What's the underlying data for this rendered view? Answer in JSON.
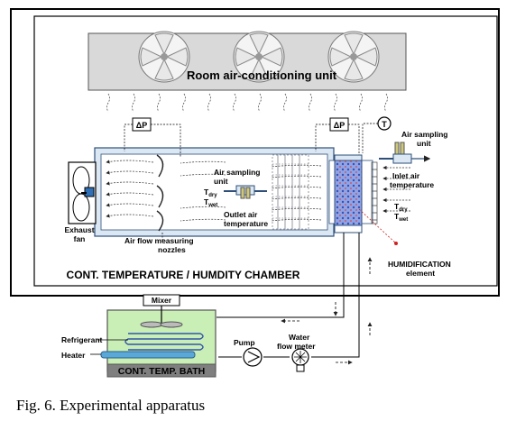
{
  "labels": {
    "room_ac_unit": "Room air-conditioning unit",
    "delta_p": "ΔP",
    "t_symbol": "T",
    "exhaust_fan_line1": "Exhaust",
    "exhaust_fan_line2": "fan",
    "air_flow_nozzles_line1": "Air flow measuring",
    "air_flow_nozzles_line2": "nozzles",
    "air_sampling_unit_line1": "Air sampling",
    "air_sampling_unit_line2": "unit",
    "t_dry": "T",
    "t_dry_sub": "dry",
    "t_wet": "T",
    "t_wet_sub": "wet",
    "outlet_air_line1": "Outlet air",
    "outlet_air_line2": "temperature",
    "inlet_air_line1": "Inlet air",
    "inlet_air_line2": "temperature",
    "chamber": "CONT. TEMPERATURE / HUMDITY CHAMBER",
    "humidification_line1": "HUMIDIFICATION",
    "humidification_line2": "element",
    "mixer": "Mixer",
    "refrigerant": "Refrigerant",
    "heater": "Heater",
    "bath": "CONT. TEMP. BATH",
    "pump": "Pump",
    "water_flow_meter_line1": "Water",
    "water_flow_meter_line2": "flow meter"
  },
  "caption": "Fig.  6.  Experimental  apparatus",
  "colors": {
    "duct": "#dbe7f3",
    "duct_border": "#2e4f7a",
    "bath_water": "#c9efb6",
    "ac_unit": "#d9d9d9",
    "heater_bar": "#5aa8d8",
    "coil": "#3355aa",
    "humid_element": "#6b7bd6",
    "humid_dot": "#cc2222"
  },
  "icons": [
    "fan-icon",
    "pump-icon",
    "flow-meter-icon",
    "temperature-sensor-icon",
    "exhaust-fan-icon"
  ]
}
